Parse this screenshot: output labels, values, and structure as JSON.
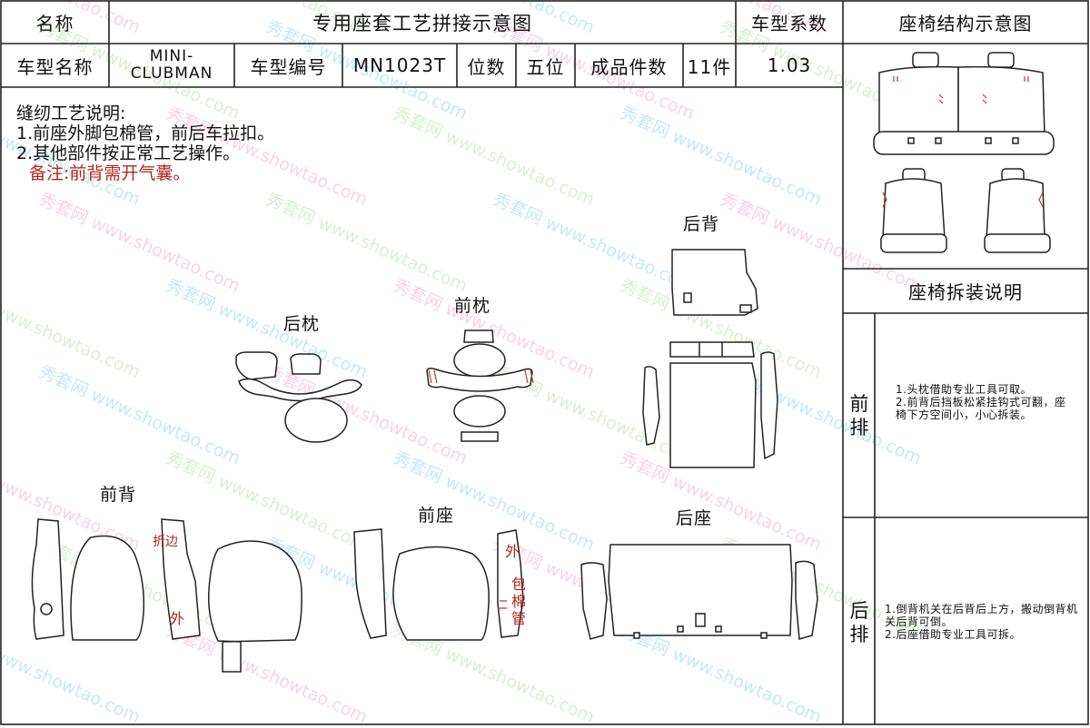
{
  "header": {
    "name_label": "名称",
    "title": "专用座套工艺拼接示意图",
    "coef_label": "车型系数",
    "structure_title": "座椅结构示意图"
  },
  "info_row": {
    "model_label": "车型名称",
    "model_value_line1": "MINI-",
    "model_value_line2": "CLUBMAN",
    "code_label": "车型编号",
    "code_value": "MN1023T",
    "seats_label": "位数",
    "seats_value": "五位",
    "pieces_label": "成品件数",
    "pieces_value": "11件",
    "coef_value": "1.03"
  },
  "craft": {
    "heading": "缝纫工艺说明:",
    "line1": "1.前座外脚包棉管，前后车拉扣。",
    "line2": "2.其他部件按正常工艺操作。",
    "note": "备注:前背需开气囊。"
  },
  "pieces": {
    "rear_headrest": "后枕",
    "front_headrest": "前枕",
    "rear_back": "后背",
    "front_back": "前背",
    "front_seat": "前座",
    "rear_seat": "后座"
  },
  "annotations": {
    "fold_edge": "折边",
    "outer_1": "外",
    "outer_2": "外",
    "wrap_pipe": "包棉管"
  },
  "sidebar": {
    "removal_title": "座椅拆装说明",
    "front_row_label": "前排",
    "front_row_line1": "1.头枕借助专业工具可取。",
    "front_row_line2": "2.前背后挡板松紧挂钩式可翻，座椅下方空间小，小心拆装。",
    "rear_row_label": "后排",
    "rear_row_line1": "1.倒背机关在后背后上方，搬动倒背机关后背可倒。",
    "rear_row_line2": "2.后座借助专业工具可拆。"
  },
  "watermark": {
    "cn": "秀套网",
    "en": "www.showtao.com"
  }
}
